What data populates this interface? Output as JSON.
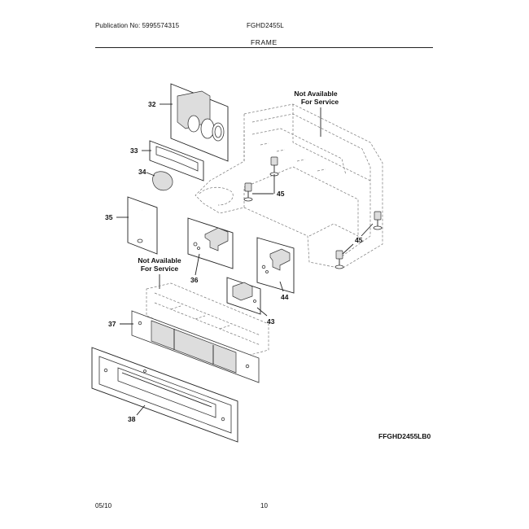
{
  "header": {
    "publication": "Publication No: 5995574315",
    "model": "FGHD2455L",
    "section": "FRAME"
  },
  "notes": {
    "not_available_top_line1": "Not Available",
    "not_available_top_line2": "For Service",
    "not_available_mid_line1": "Not Available",
    "not_available_mid_line2": "For Service"
  },
  "callouts": {
    "c32": "32",
    "c33": "33",
    "c34": "34",
    "c35": "35",
    "c36": "36",
    "c37": "37",
    "c38": "38",
    "c43": "43",
    "c44": "44",
    "c45a": "45",
    "c45b": "45"
  },
  "diagram_code": "FFGHD2455LB0",
  "footer": {
    "date": "05/10",
    "page": "10"
  }
}
